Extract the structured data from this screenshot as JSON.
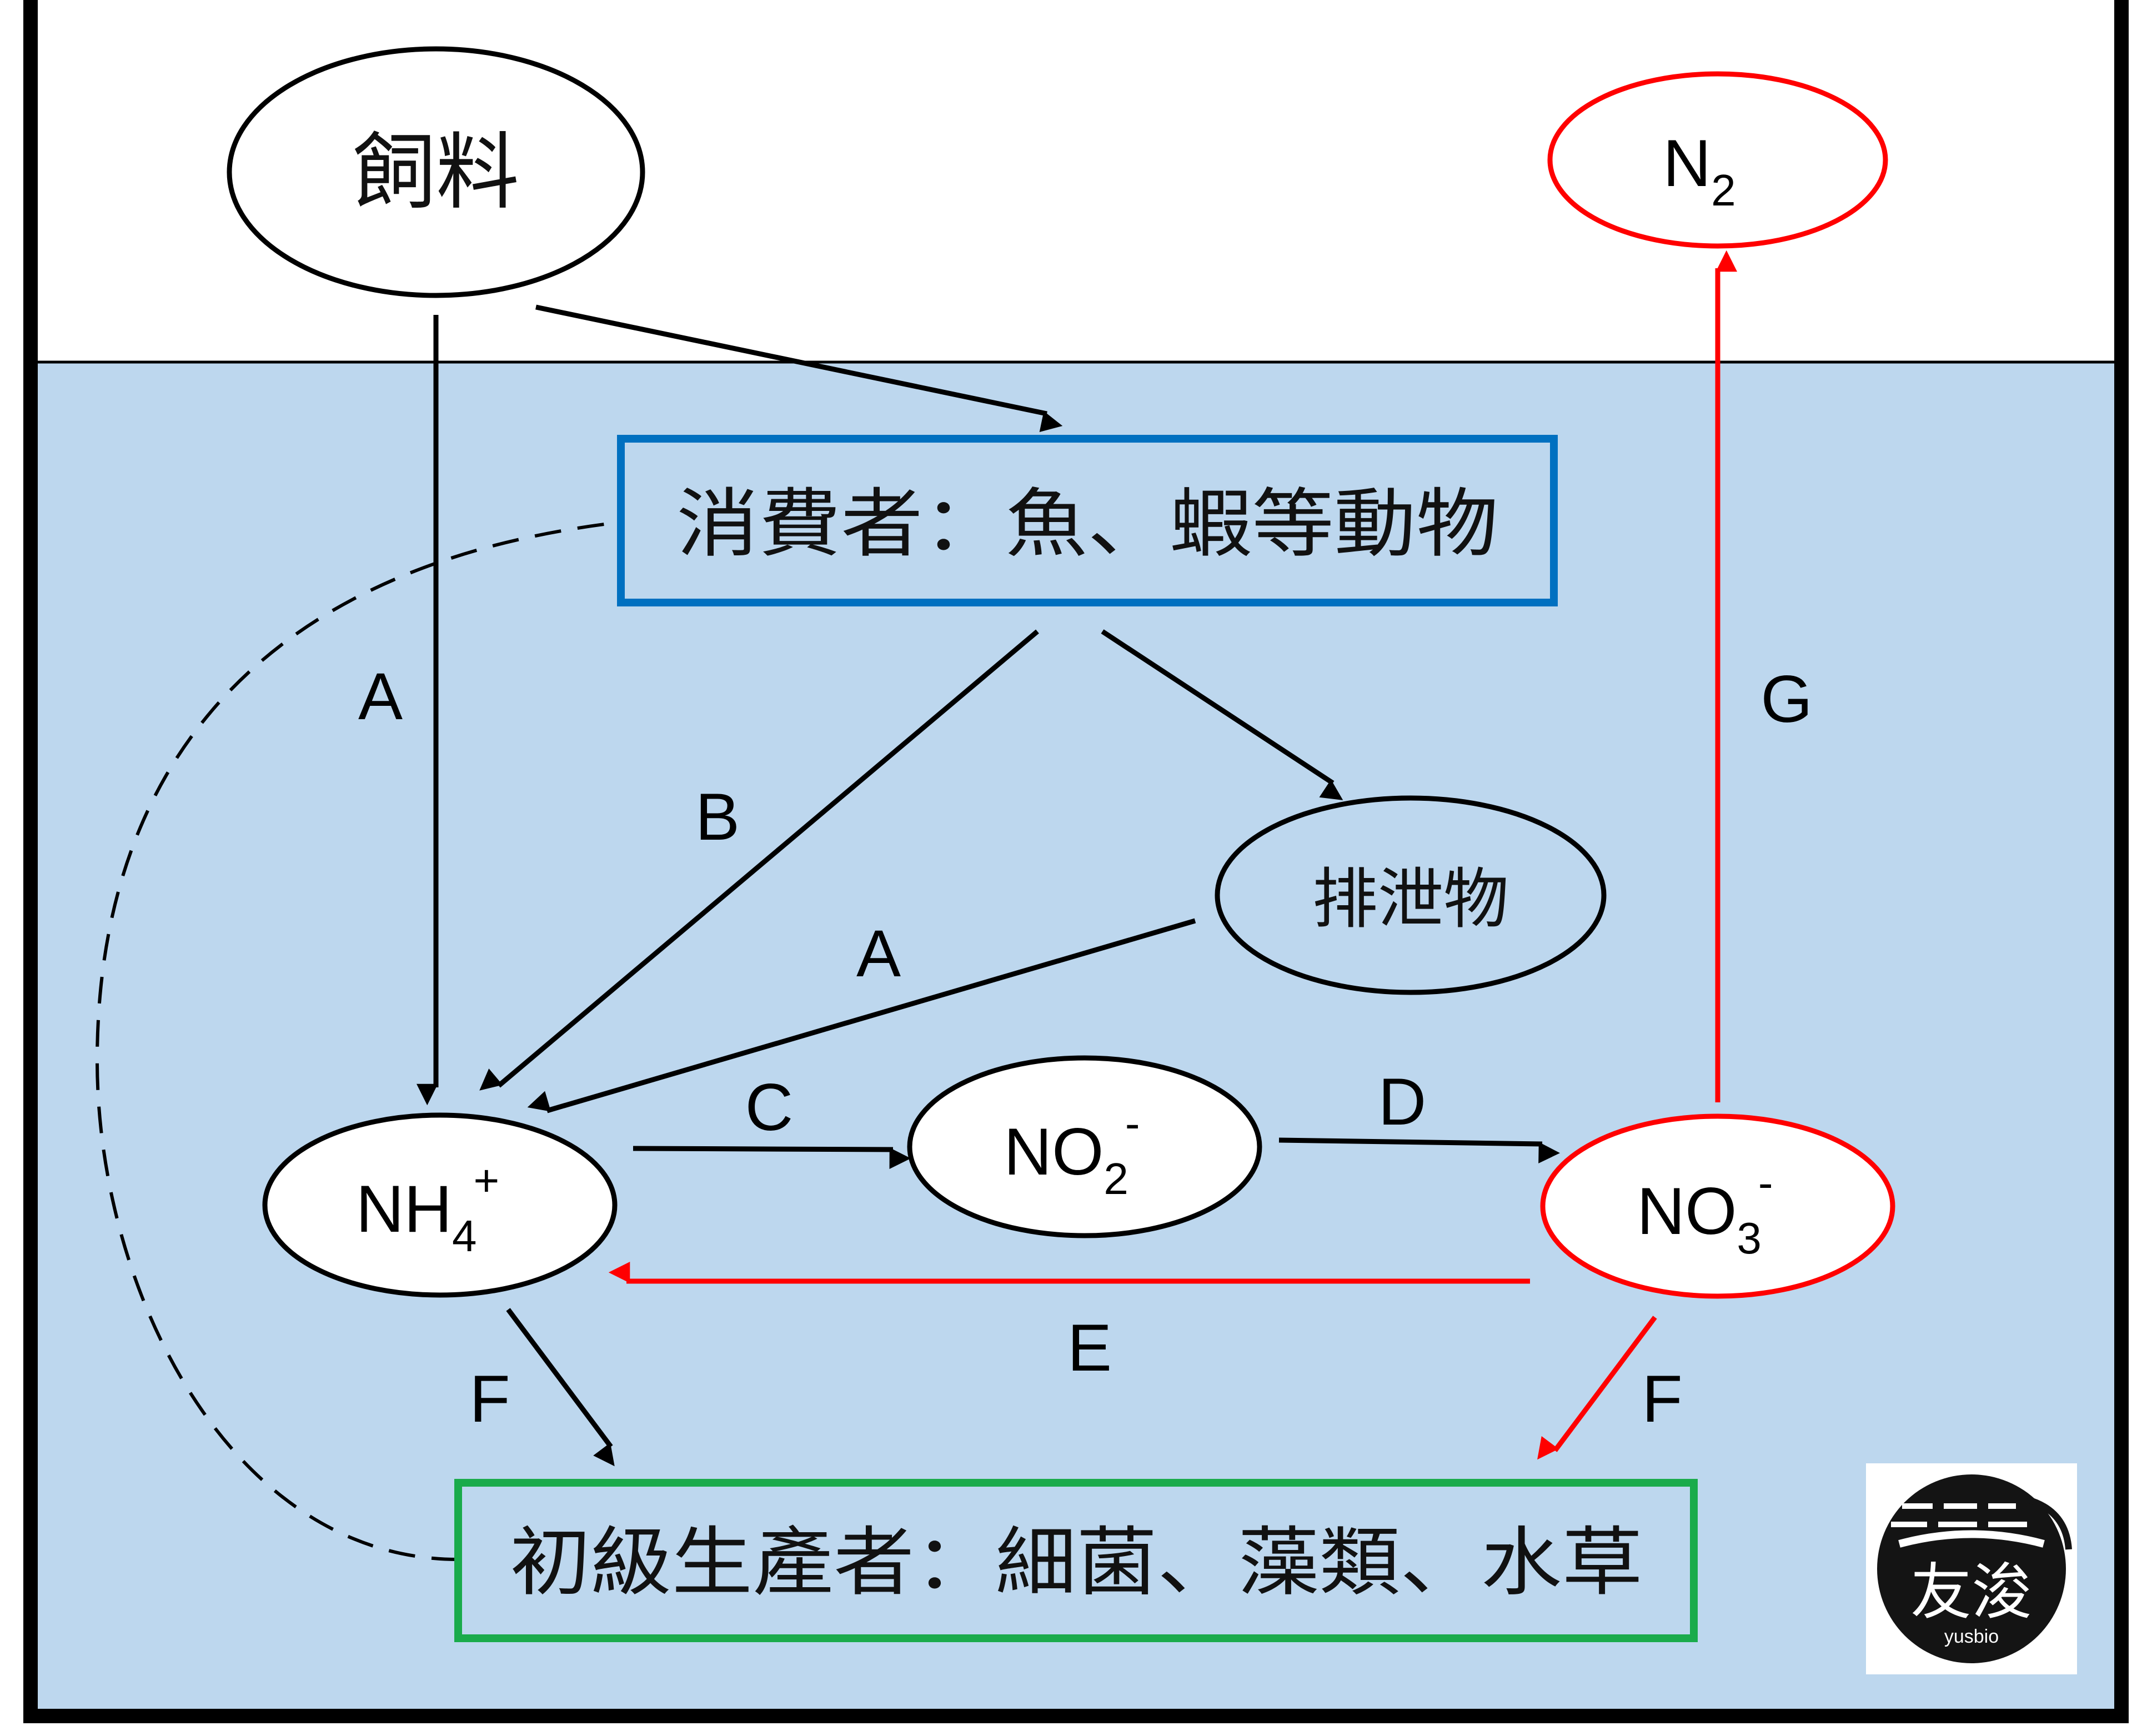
{
  "nodes": {
    "feed": "飼料",
    "n2": {
      "main": "N",
      "sub": "2"
    },
    "consumers": "消費者：魚、蝦等動物",
    "excrement": "排泄物",
    "nh4": {
      "main": "NH",
      "sub": "4",
      "sup": "+"
    },
    "no2": {
      "main": "NO",
      "sub": "2",
      "sup": "-"
    },
    "no3": {
      "main": "NO",
      "sub": "3",
      "sup": "-"
    },
    "producers": "初級生產者：細菌、藻類、水草"
  },
  "edge_labels": {
    "a_left": "A",
    "b": "B",
    "a_mid": "A",
    "c": "C",
    "d": "D",
    "e": "E",
    "f_left": "F",
    "f_right": "F",
    "g": "G"
  },
  "logo": {
    "name": "友浚",
    "sub": "yusbio"
  },
  "colors": {
    "water": "#bdd7ee",
    "consumer_box": "#0070c0",
    "producer_box": "#1aab4b",
    "red": "#ff0000",
    "black": "#000000"
  }
}
